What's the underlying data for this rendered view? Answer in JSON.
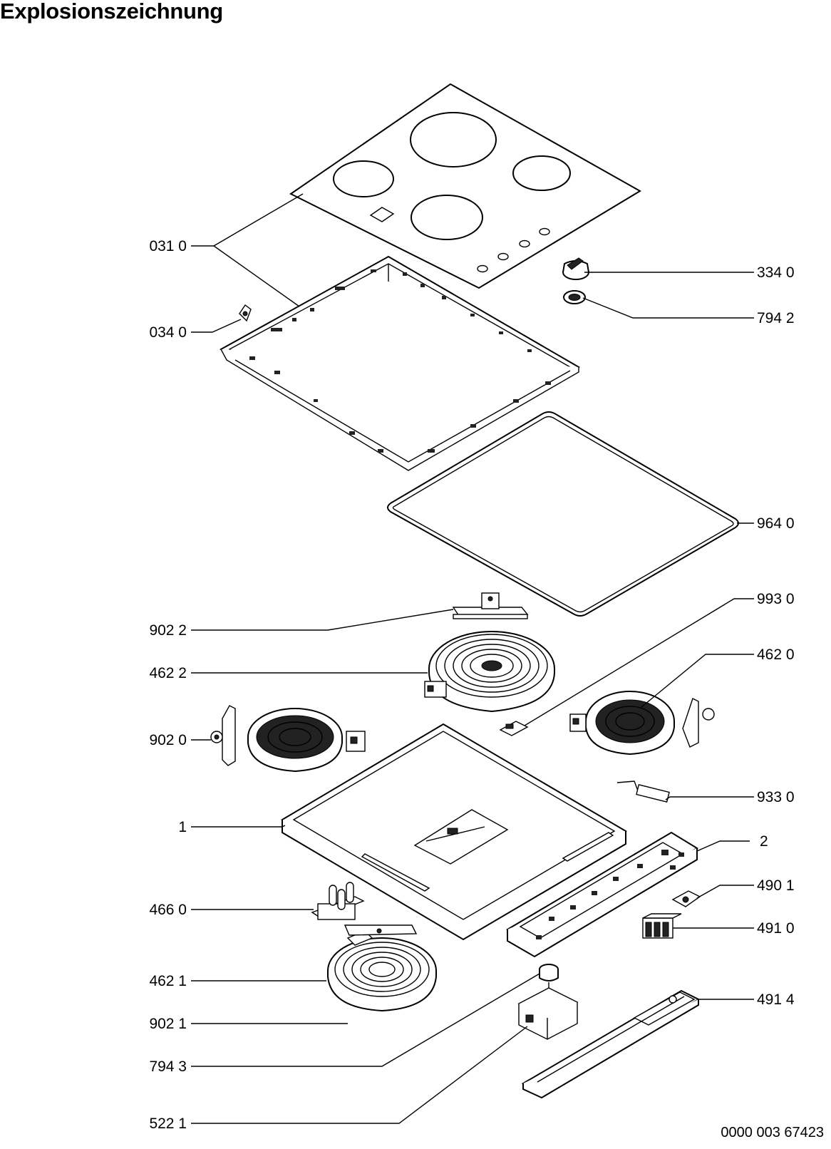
{
  "title": "Explosionszeichnung",
  "document_number": "0000 003 67423",
  "labels": {
    "p0310": "031 0",
    "p0340": "034 0",
    "p3340": "334 0",
    "p7942": "794 2",
    "p9640": "964 0",
    "p9930": "993 0",
    "p9022": "902 2",
    "p4622": "462 2",
    "p4620": "462 0",
    "p9020": "902 0",
    "p9330": "933 0",
    "p1": "1",
    "p2": "2",
    "p4901": "490 1",
    "p4660": "466 0",
    "p4910": "491 0",
    "p4621": "462 1",
    "p4914": "491 4",
    "p9021": "902 1",
    "p7943": "794 3",
    "p5221": "522 1"
  }
}
